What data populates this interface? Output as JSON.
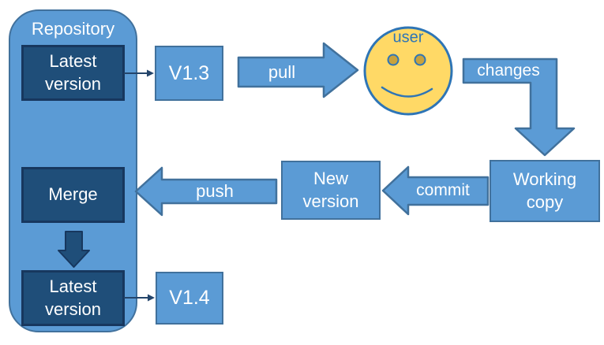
{
  "colors": {
    "shape_fill": "#5B9BD5",
    "shape_border": "#41719C",
    "dark_fill": "#1F4E79",
    "dark_border": "#17375E",
    "face_fill": "#FFD966",
    "face_border": "#2E75B6",
    "eye_fill": "#C9A23C",
    "connector": "#24456B",
    "label_text": "#FFFFFF",
    "user_text": "#2E75B6"
  },
  "repository": {
    "title": "Repository",
    "latest_version_top": "Latest version",
    "merge": "Merge",
    "latest_version_bottom": "Latest version"
  },
  "nodes": {
    "v13": "V1.3",
    "v14": "V1.4",
    "new_version": "New version",
    "working_copy": "Working copy"
  },
  "user": {
    "label": "user"
  },
  "arrows": {
    "pull": "pull",
    "changes": "changes",
    "commit": "commit",
    "push": "push"
  }
}
